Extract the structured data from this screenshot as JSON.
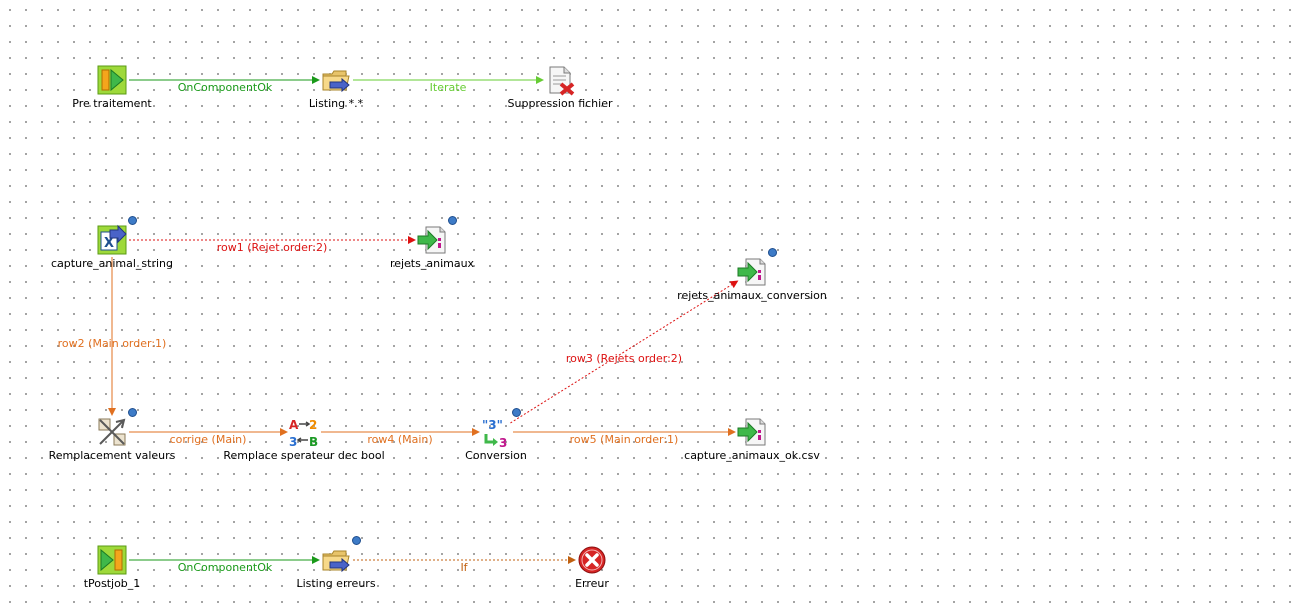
{
  "colors": {
    "trigger": "#1a9a1a",
    "iterate": "#66cc33",
    "main": "#e07020",
    "reject": "#dd1111",
    "if": "#c06010"
  },
  "nodes": [
    {
      "id": "pre_traitement",
      "label": "Pre traitement",
      "icon": "prejob-icon",
      "info": false
    },
    {
      "id": "listing",
      "label": "Listing *.*",
      "icon": "folder-list-icon",
      "info": false
    },
    {
      "id": "suppression_fichier",
      "label": "Suppression fichier",
      "icon": "file-delete-icon",
      "info": false
    },
    {
      "id": "capture_animal_string",
      "label": "capture_animal_string",
      "icon": "excel-input-icon",
      "info": true
    },
    {
      "id": "rejets_animaux",
      "label": "rejets_animaux",
      "icon": "file-output-icon",
      "info": true
    },
    {
      "id": "rejets_animaux_conversion",
      "label": "rejets_animaux_conversion",
      "icon": "file-output-icon",
      "info": true
    },
    {
      "id": "remplacement_valeurs",
      "label": "Remplacement valeurs",
      "icon": "replace-icon",
      "info": true
    },
    {
      "id": "remplace_sperateur",
      "label": "Remplace sperateur dec bool",
      "icon": "map-convert-icon",
      "info": false
    },
    {
      "id": "conversion",
      "label": "Conversion",
      "icon": "convert-type-icon",
      "info": true
    },
    {
      "id": "capture_animaux_ok",
      "label": "capture_animaux_ok.csv",
      "icon": "file-output-icon",
      "info": false
    },
    {
      "id": "tpostjob_1",
      "label": "tPostjob_1",
      "icon": "postjob-icon",
      "info": false
    },
    {
      "id": "listing_erreurs",
      "label": "Listing erreurs",
      "icon": "folder-list-icon",
      "info": true
    },
    {
      "id": "erreur",
      "label": "Erreur",
      "icon": "error-icon",
      "info": false
    }
  ],
  "connections": [
    {
      "id": "c1",
      "from": "pre_traitement",
      "to": "listing",
      "label": "OnComponentOk",
      "kind": "trigger"
    },
    {
      "id": "c2",
      "from": "listing",
      "to": "suppression_fichier",
      "label": "Iterate",
      "kind": "iterate"
    },
    {
      "id": "c3",
      "from": "capture_animal_string",
      "to": "rejets_animaux",
      "label": "row1 (Rejet order:2)",
      "kind": "reject"
    },
    {
      "id": "c4",
      "from": "capture_animal_string",
      "to": "remplacement_valeurs",
      "label": "row2 (Main order:1)",
      "kind": "main"
    },
    {
      "id": "c5",
      "from": "remplacement_valeurs",
      "to": "remplace_sperateur",
      "label": "corrige (Main)",
      "kind": "main"
    },
    {
      "id": "c6",
      "from": "remplace_sperateur",
      "to": "conversion",
      "label": "row4 (Main)",
      "kind": "main"
    },
    {
      "id": "c7",
      "from": "conversion",
      "to": "rejets_animaux_conversion",
      "label": "row3 (Rejets order:2)",
      "kind": "reject"
    },
    {
      "id": "c8",
      "from": "conversion",
      "to": "capture_animaux_ok",
      "label": "row5 (Main order:1)",
      "kind": "main"
    },
    {
      "id": "c9",
      "from": "tpostjob_1",
      "to": "listing_erreurs",
      "label": "OnComponentOk",
      "kind": "trigger"
    },
    {
      "id": "c10",
      "from": "listing_erreurs",
      "to": "erreur",
      "label": "If",
      "kind": "if"
    }
  ]
}
